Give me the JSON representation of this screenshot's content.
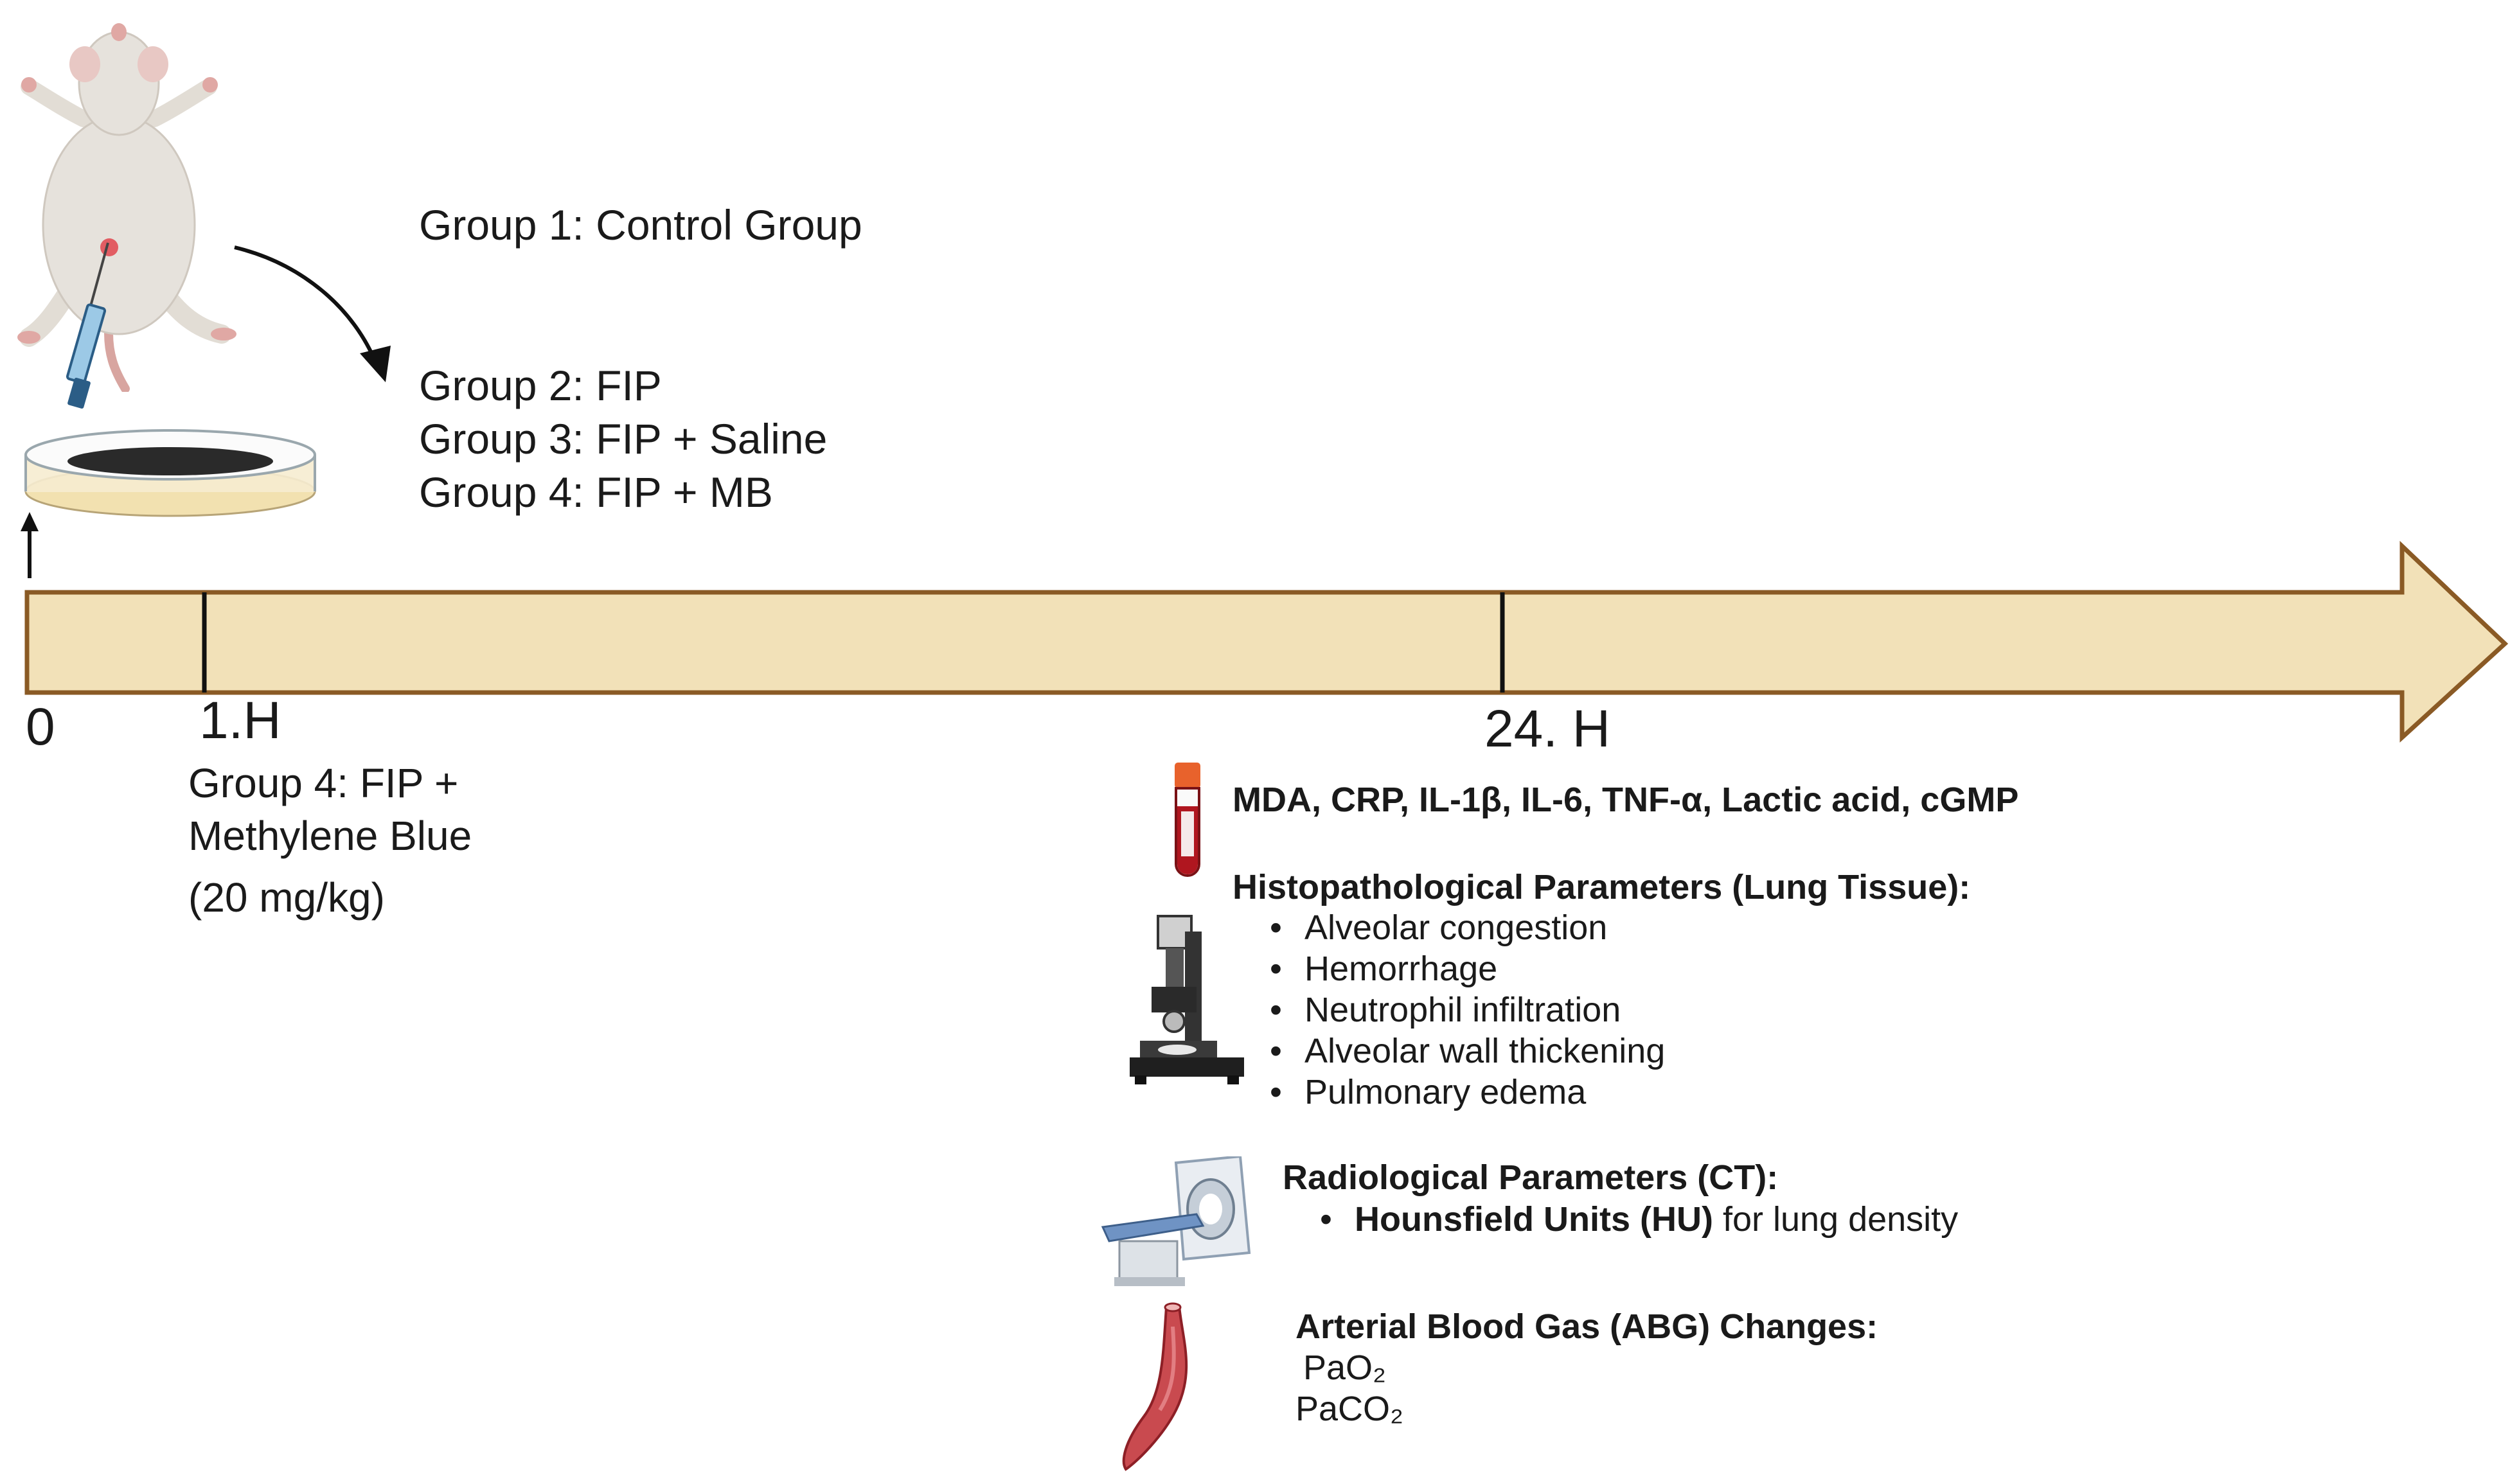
{
  "groups": {
    "g1": "Group 1: Control Group",
    "g2": "Group 2: FIP",
    "g3": "Group 3: FIP + Saline",
    "g4": "Group 4: FIP + MB"
  },
  "timeline": {
    "tick_0": "0",
    "tick_1h": "1.H",
    "tick_24h": "24. H",
    "color_fill": "#f2e1b8",
    "color_border": "#8a5a25"
  },
  "treatment": {
    "line1": "Group 4: FIP +",
    "line2": "Methylene Blue",
    "dose": "(20 mg/kg)"
  },
  "measurements": {
    "blood_markers": "MDA, CRP, IL-1β, IL-6, TNF-α, Lactic acid, cGMP",
    "histo_title": "Histopathological Parameters (Lung Tissue):",
    "histo_items": [
      "Alveolar congestion",
      "Hemorrhage",
      "Neutrophil infiltration",
      "Alveolar wall thickening",
      "Pulmonary edema"
    ],
    "radio_title": "Radiological Parameters (CT):",
    "radio_item_bold": "Hounsfield Units (HU)",
    "radio_item_rest": " for lung density",
    "abg_title": "Arterial Blood Gas (ABG) Changes:",
    "abg_items": [
      "PaO₂",
      "PaCO₂"
    ]
  },
  "icons": [
    "rat-icon",
    "syringe-icon",
    "petri-dish-icon",
    "curved-arrow-icon",
    "up-arrow-icon",
    "blood-tube-icon",
    "microscope-icon",
    "ct-scanner-icon",
    "artery-icon"
  ]
}
